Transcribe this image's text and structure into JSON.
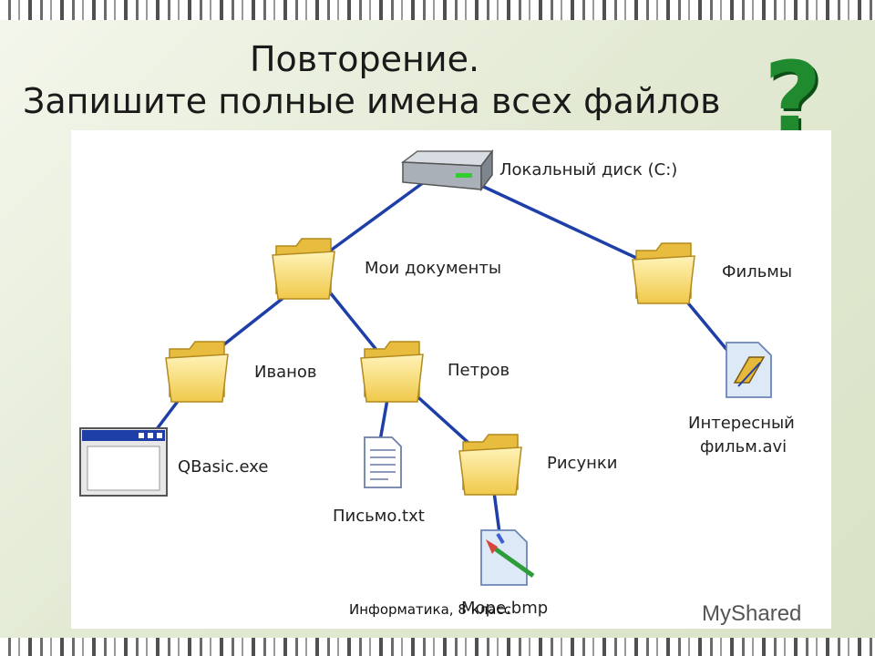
{
  "slide": {
    "title_line1": "Повторение.",
    "title_line2": "Запишите полные имена всех файлов",
    "question_mark": "?",
    "footer": "Информатика, 8 класс",
    "brand": "MyShared"
  },
  "tree": {
    "root": "Локальный диск (C:)",
    "nodes": {
      "my_documents": "Мои документы",
      "films": "Фильмы",
      "ivanov": "Иванов",
      "petrov": "Петров",
      "qbasic": "QBasic.exe",
      "letter": "Письмо.txt",
      "pictures": "Рисунки",
      "movie_line1": "Интересный",
      "movie_line2": "фильм.avi",
      "sea": "Море.bmp"
    }
  },
  "colors": {
    "connector": "#1f3fa8",
    "folder": "#f5d86a",
    "accent_green": "#1f8a2e"
  }
}
